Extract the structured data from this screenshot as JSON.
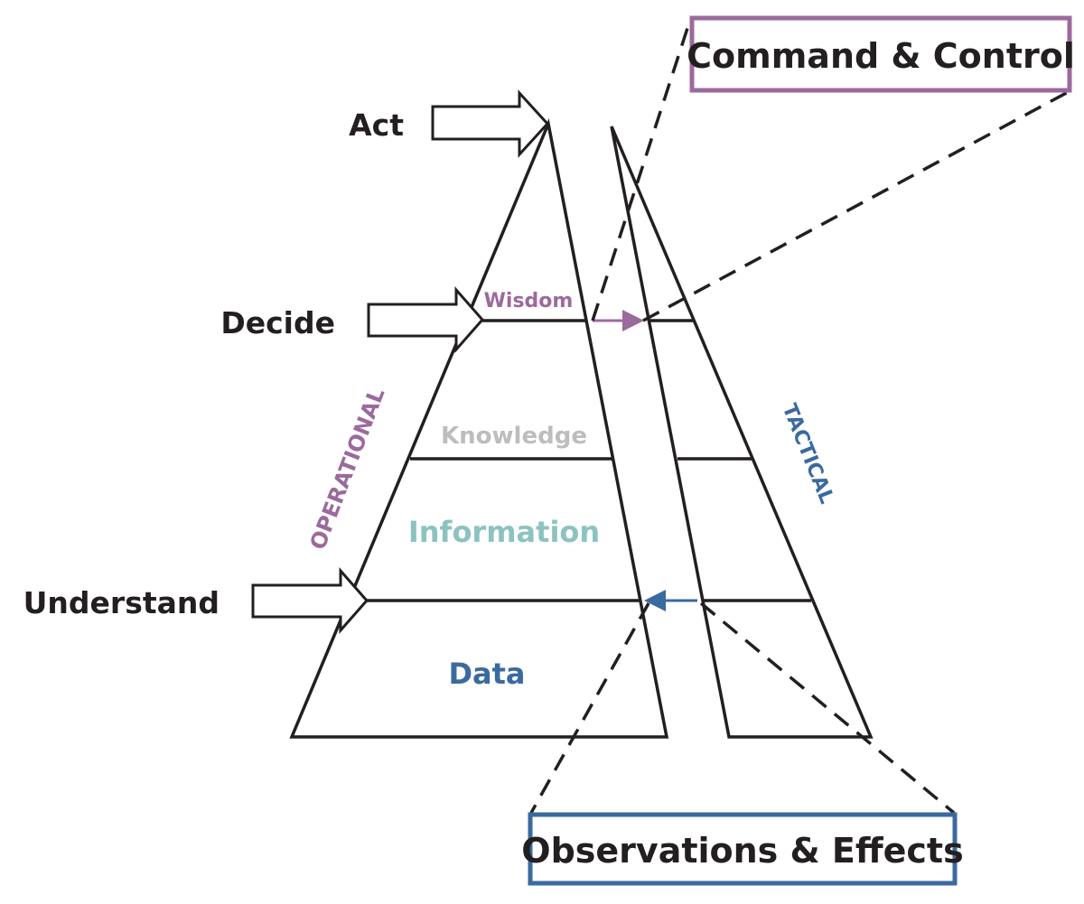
{
  "actions": {
    "act": "Act",
    "decide": "Decide",
    "understand": "Understand"
  },
  "levels": {
    "wisdom": "Wisdom",
    "knowledge": "Knowledge",
    "information": "Information",
    "data": "Data"
  },
  "sides": {
    "operational": "OPERATIONAL",
    "tactical": "TACTICAL"
  },
  "boxes": {
    "command_control": "Command & Control",
    "observations_effects": "Observations & Effects"
  },
  "colors": {
    "ink": "#231f20",
    "purple": "#9b6a9d",
    "blue": "#3a6a9e",
    "teal": "#8cc3c1",
    "grey": "#bdbdbd"
  }
}
